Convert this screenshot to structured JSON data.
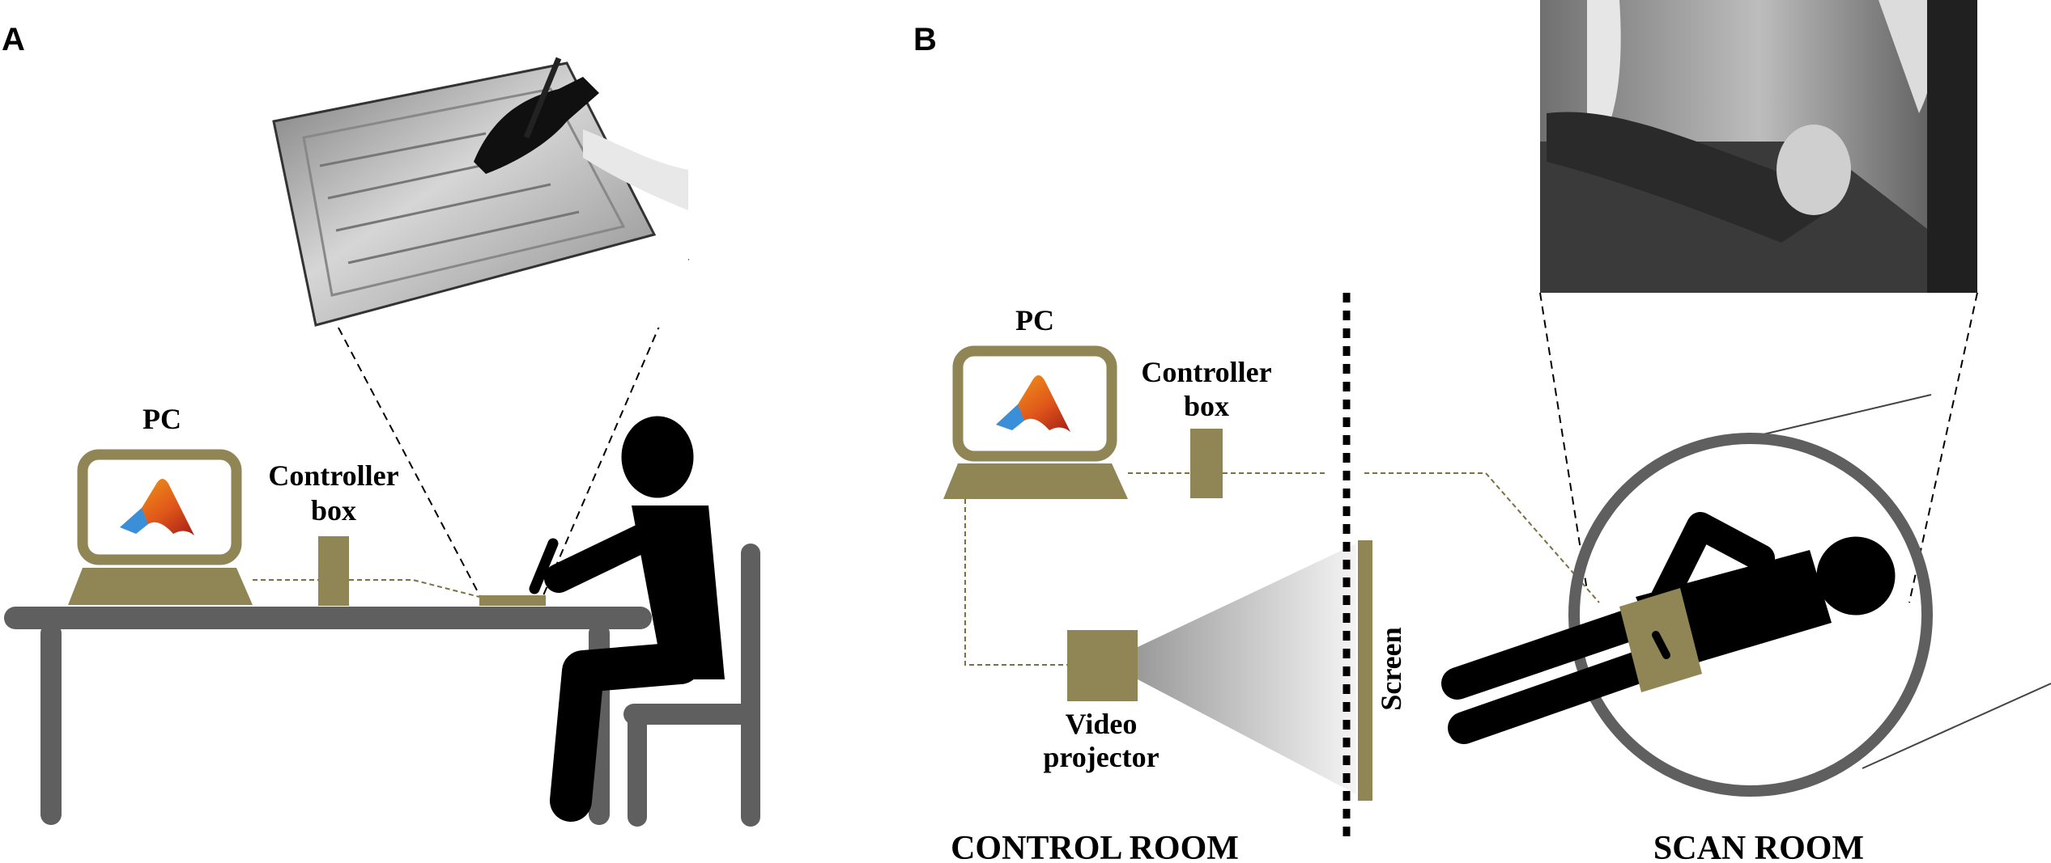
{
  "panels": {
    "a": {
      "letter": "A"
    },
    "b": {
      "letter": "B"
    }
  },
  "panel_a": {
    "pc_label": "PC",
    "controller_line1": "Controller",
    "controller_line2": "box"
  },
  "panel_b": {
    "pc_label": "PC",
    "controller_line1": "Controller",
    "controller_line2": "box",
    "projector_line1": "Video",
    "projector_line2": "projector",
    "screen_label": "Screen",
    "control_room": "CONTROL ROOM",
    "scan_room": "SCAN ROOM"
  },
  "colors": {
    "equipment": "#8f8555",
    "furniture": "#5f5f5f",
    "figure": "#000000",
    "wire": "#7a7040"
  }
}
